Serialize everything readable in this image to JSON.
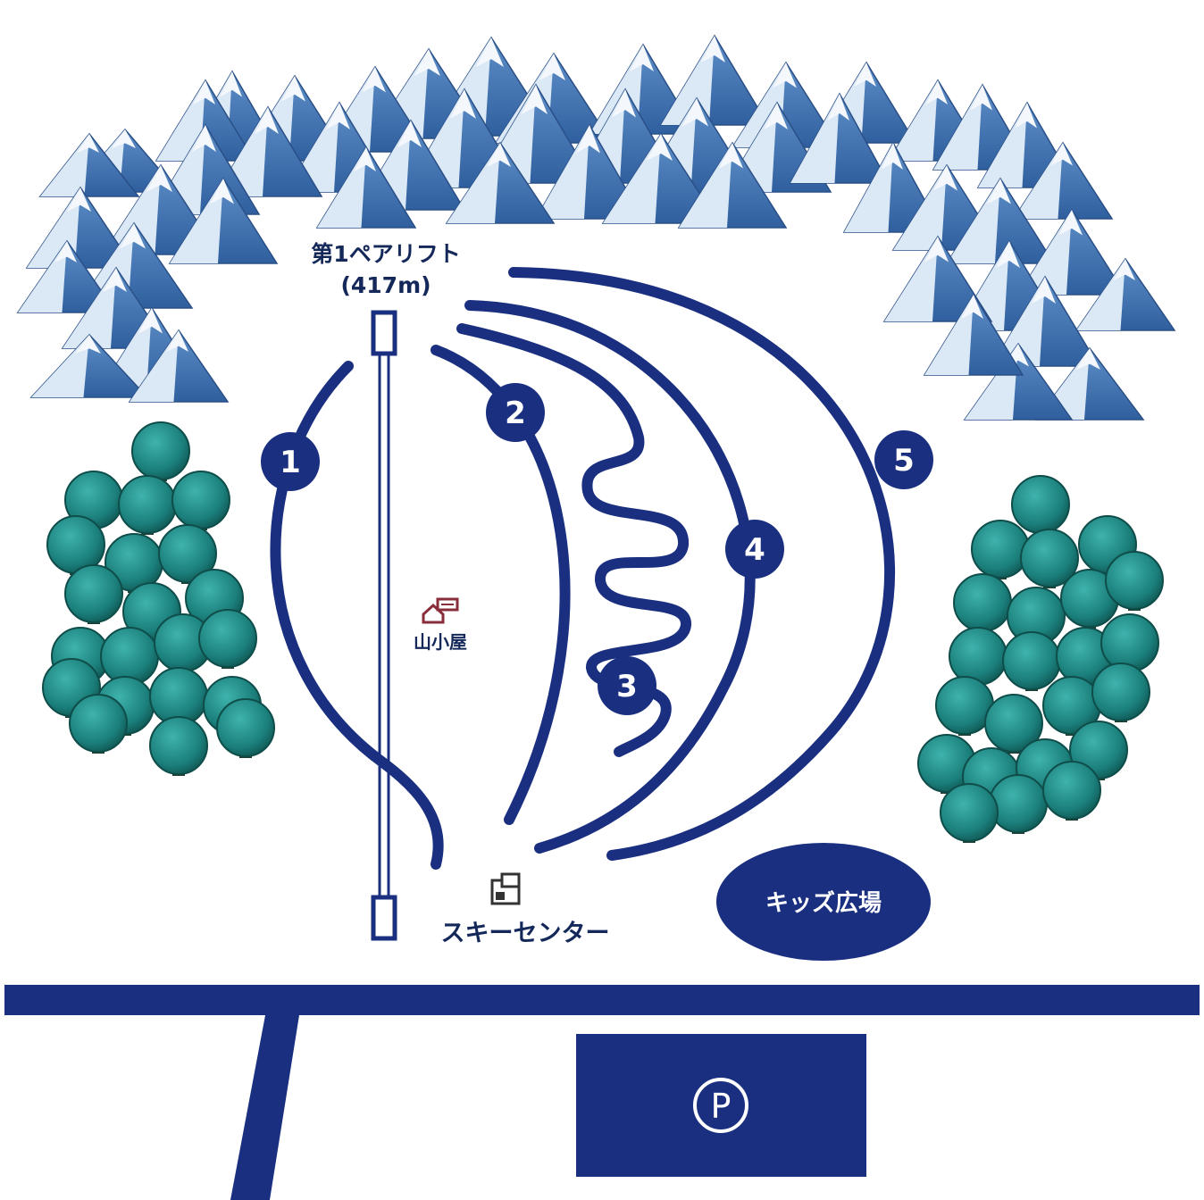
{
  "lift": {
    "name": "第1ペアリフト",
    "length": "(417m)"
  },
  "hut": {
    "label": "山小屋",
    "icon": "hut-icon"
  },
  "ski_center": {
    "label": "スキーセンター",
    "icon": "building-icon"
  },
  "kids_area": {
    "label": "キッズ広場"
  },
  "parking": {
    "symbol": "P",
    "icon": "parking-icon"
  },
  "courses": [
    {
      "number": "1"
    },
    {
      "number": "2"
    },
    {
      "number": "3"
    },
    {
      "number": "4"
    },
    {
      "number": "5"
    }
  ],
  "colors": {
    "course_blue": "#1a2f80",
    "mountain_dark": "#3b6fb0",
    "mountain_light": "#cfe0f3",
    "tree_green": "#1f8a86",
    "tree_dark": "#0f5653",
    "trunk": "#1e3d2e"
  }
}
